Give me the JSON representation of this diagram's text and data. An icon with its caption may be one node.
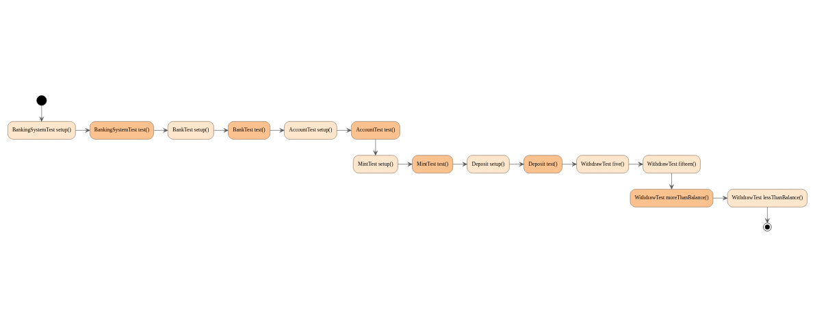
{
  "diagram": {
    "nodes": [
      {
        "text": [],
        "shape": "circle"
      },
      {
        "text": [
          "BankingSystemTest setup()"
        ]
      },
      {
        "text": [
          "BankingSystemTest test()"
        ]
      },
      {
        "text": [
          "BankTest setup()"
        ]
      },
      {
        "text": [
          "BankTest test()"
        ]
      },
      {
        "text": [
          "AccountTest setup()"
        ]
      },
      {
        "text": [
          "AccountTest test()"
        ]
      },
      {
        "text": [
          "MintTest setup()"
        ]
      },
      {
        "text": [
          "MintTest test()"
        ]
      },
      {
        "text": [
          "Deposit setup()"
        ]
      },
      {
        "text": [
          "Deposit test()"
        ]
      },
      {
        "text": [
          "WithdrawTest five()"
        ]
      },
      {
        "text": [
          "WithdrawTest fifteen()"
        ]
      },
      {
        "text": [
          "WithdrawTest moreThanBalance()"
        ]
      },
      {
        "text": [
          "WithdrawTest lessThanBalance()"
        ]
      },
      {
        "text": [],
        "shape": "bullseye"
      }
    ],
    "edges": [
      {
        "from": 0,
        "to": 1,
        "arrow": "to"
      },
      {
        "from": 1,
        "to": 2,
        "arrow": "to"
      },
      {
        "from": 2,
        "to": 3,
        "arrow": "to"
      },
      {
        "from": 3,
        "to": 4,
        "arrow": "to"
      },
      {
        "from": 4,
        "to": 5,
        "arrow": "to"
      },
      {
        "from": 5,
        "to": 6,
        "arrow": "to"
      },
      {
        "from": 6,
        "to": 7,
        "arrow": "to"
      },
      {
        "from": 7,
        "to": 8,
        "arrow": "to"
      },
      {
        "from": 8,
        "to": 9,
        "arrow": "to"
      },
      {
        "from": 9,
        "to": 10,
        "arrow": "to"
      },
      {
        "from": 10,
        "to": 11,
        "arrow": "to"
      },
      {
        "from": 11,
        "to": 12,
        "arrow": "to"
      },
      {
        "from": 12,
        "to": 13,
        "arrow": "to"
      },
      {
        "from": 13,
        "to": 14,
        "arrow": "to"
      },
      {
        "from": 14,
        "to": 15,
        "arrow": "to"
      }
    ]
  }
}
